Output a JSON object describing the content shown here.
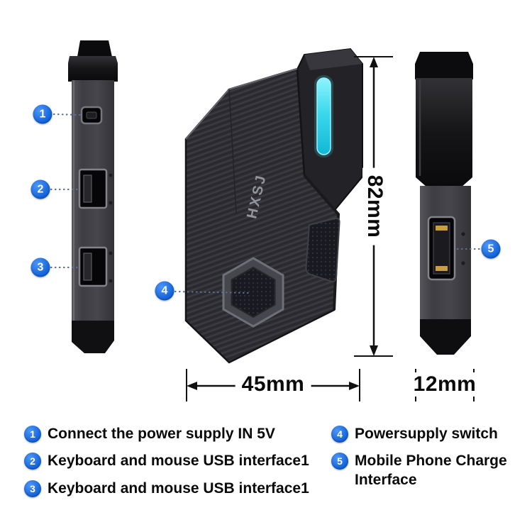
{
  "colors": {
    "accent_blue": "#0F5FD7",
    "led_cyan": "#38D8EA",
    "line_dark": "#101010"
  },
  "brand_logo": "HXSJ",
  "dimensions": {
    "height_label": "82mm",
    "width_label": "45mm",
    "depth_label": "12mm"
  },
  "callouts": [
    {
      "num": "1"
    },
    {
      "num": "2"
    },
    {
      "num": "3"
    },
    {
      "num": "4"
    },
    {
      "num": "5"
    }
  ],
  "legend": {
    "left": [
      {
        "num": "1",
        "text": "Connect the power supply IN 5V"
      },
      {
        "num": "2",
        "text": "Keyboard and mouse USB interface1"
      },
      {
        "num": "3",
        "text": "Keyboard and mouse USB interface1"
      }
    ],
    "right": [
      {
        "num": "4",
        "text": "Powersupply switch"
      },
      {
        "num": "5",
        "text": "Mobile Phone Charge Interface"
      }
    ]
  }
}
